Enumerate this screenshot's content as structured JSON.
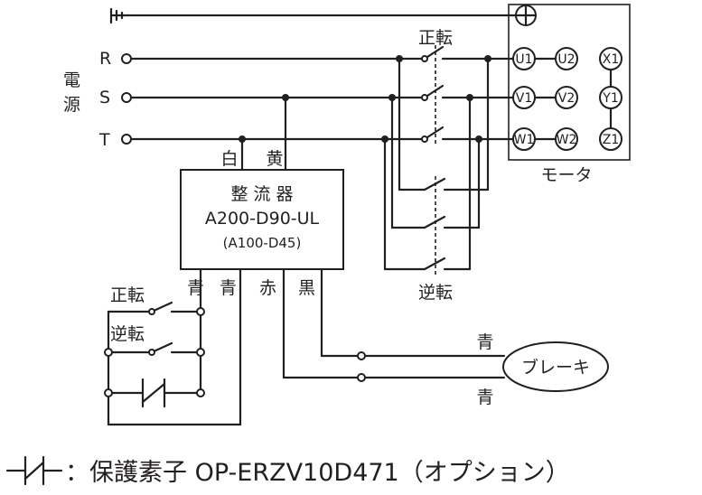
{
  "supply": {
    "label_chars": [
      "電",
      "源"
    ],
    "phases": [
      "R",
      "S",
      "T"
    ]
  },
  "motor": {
    "label": "モータ",
    "terminals": [
      "U1",
      "U2",
      "X1",
      "V1",
      "V2",
      "Y1",
      "W1",
      "W2",
      "Z1"
    ]
  },
  "switches": {
    "forward_top": "正転",
    "reverse_mid": "逆転",
    "forward_left": "正転",
    "reverse_left": "逆転"
  },
  "rectifier": {
    "name": "整 流 器",
    "model": "A200-D90-UL",
    "alt_model": "(A100-D45)",
    "wire_in_white": "白",
    "wire_in_yellow": "黄",
    "wire_blue_1": "青",
    "wire_blue_2": "青",
    "wire_red": "赤",
    "wire_black": "黒"
  },
  "brake": {
    "label": "ブレーキ",
    "wire_top": "青",
    "wire_bottom": "青"
  },
  "legend": {
    "text": "：保護素子 OP-ERZV10D471（オプション）"
  }
}
